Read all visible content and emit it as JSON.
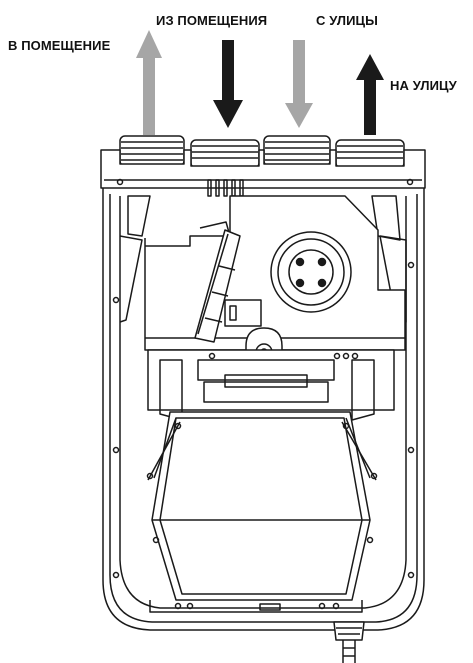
{
  "labels": {
    "to_room": "В ПОМЕЩЕНИЕ",
    "from_room": "ИЗ ПОМЕЩЕНИЯ",
    "from_street": "С УЛИЦЫ",
    "to_street": "НА УЛИЦУ"
  },
  "colors": {
    "arrow_dark": "#1a1a1a",
    "arrow_light": "#a6a6a6",
    "line": "#1a1a1a",
    "fill": "#ffffff"
  }
}
